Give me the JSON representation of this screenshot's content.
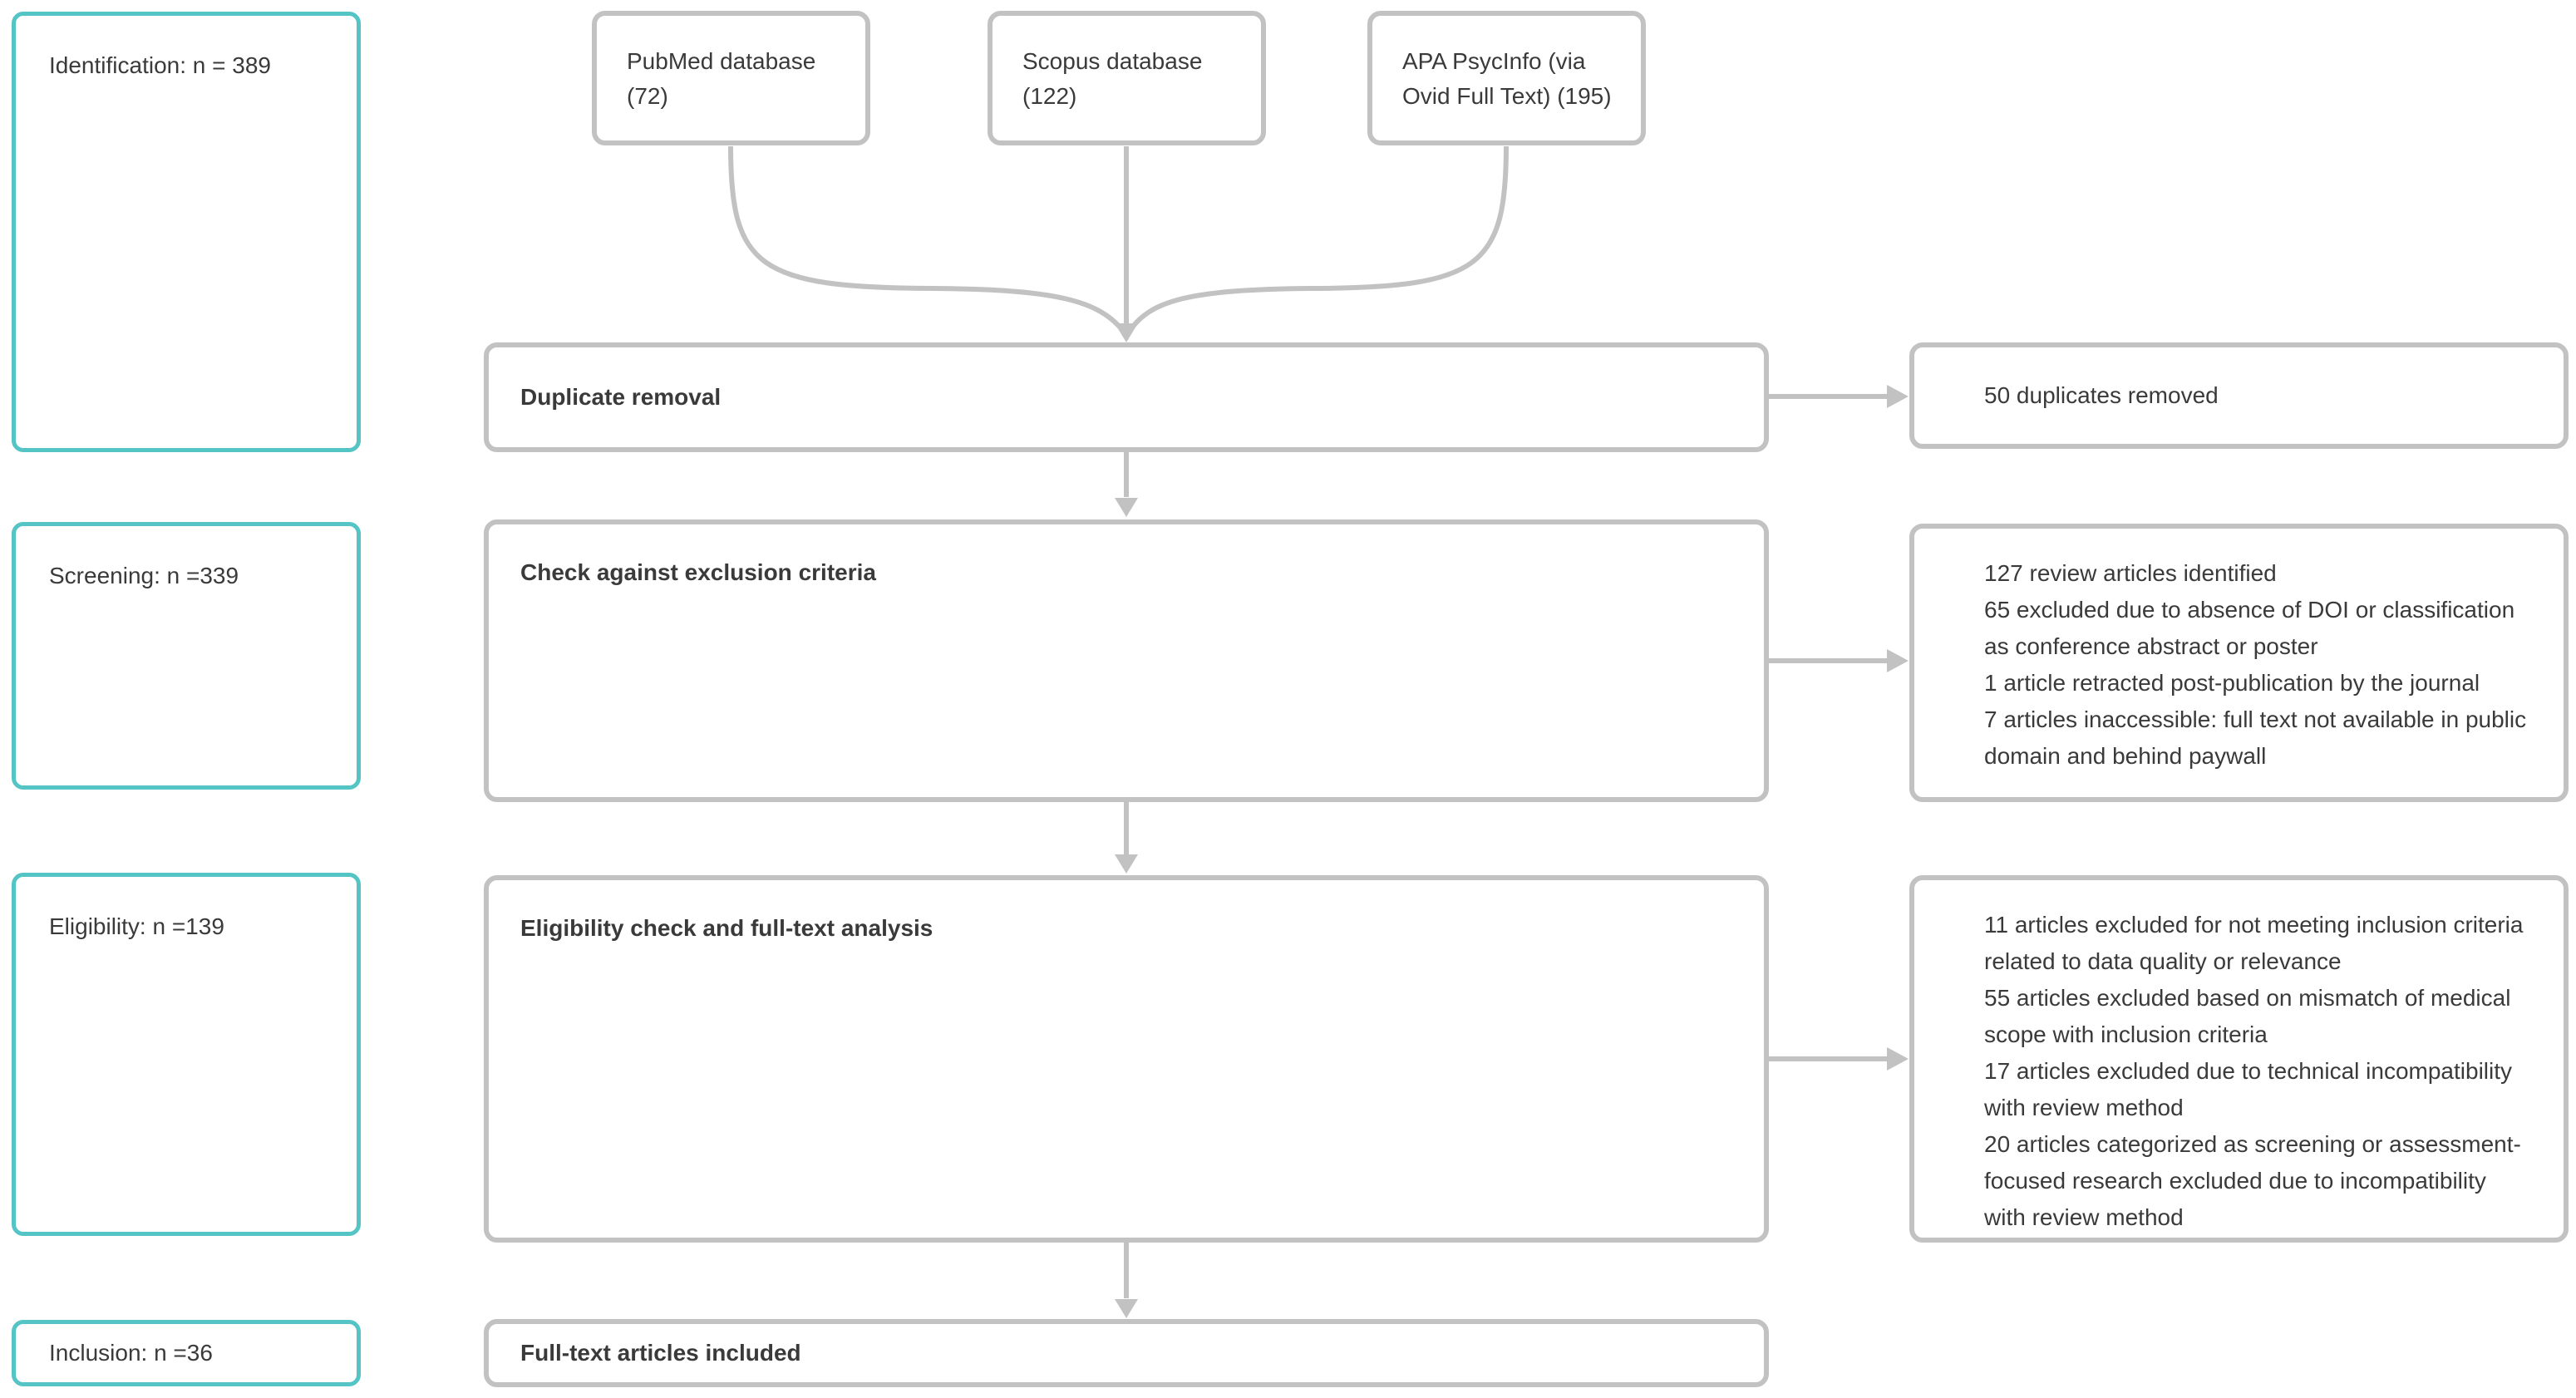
{
  "colors": {
    "stage_border": "#54c4c4",
    "node_border": "#c2c2c2",
    "connector": "#c2c2c2",
    "text": "#3a3a3a"
  },
  "stages": [
    {
      "label": "Identification: n = 389"
    },
    {
      "label": "Screening: n =339"
    },
    {
      "label": "Eligibility: n =139"
    },
    {
      "label": "Inclusion: n =36"
    }
  ],
  "sources": [
    {
      "line1": "PubMed database",
      "line2": "(72)"
    },
    {
      "line1": "Scopus database",
      "line2": "(122)"
    },
    {
      "line1": "APA PsycInfo (via",
      "line2": "Ovid Full Text) (195)"
    }
  ],
  "process": [
    {
      "label": "Duplicate removal"
    },
    {
      "label": "Check against exclusion criteria"
    },
    {
      "label": "Eligibility check and full-text analysis"
    },
    {
      "label": "Full-text articles included"
    }
  ],
  "outcomes": [
    {
      "lines": [
        "50 duplicates removed"
      ]
    },
    {
      "lines": [
        "127 review articles identified",
        "65 excluded due to absence of DOI or classification as conference abstract or poster",
        "1 article retracted post-publication by the journal",
        "7 articles inaccessible: full text not available in public domain and behind paywall"
      ]
    },
    {
      "lines": [
        "11 articles excluded for not meeting inclusion criteria related to data quality or relevance",
        "55 articles excluded based on mismatch of medical scope with inclusion criteria",
        "17 articles excluded due to technical incompatibility with review method",
        "20 articles categorized as screening or assessment-focused research excluded due to incompatibility with review method"
      ]
    }
  ]
}
